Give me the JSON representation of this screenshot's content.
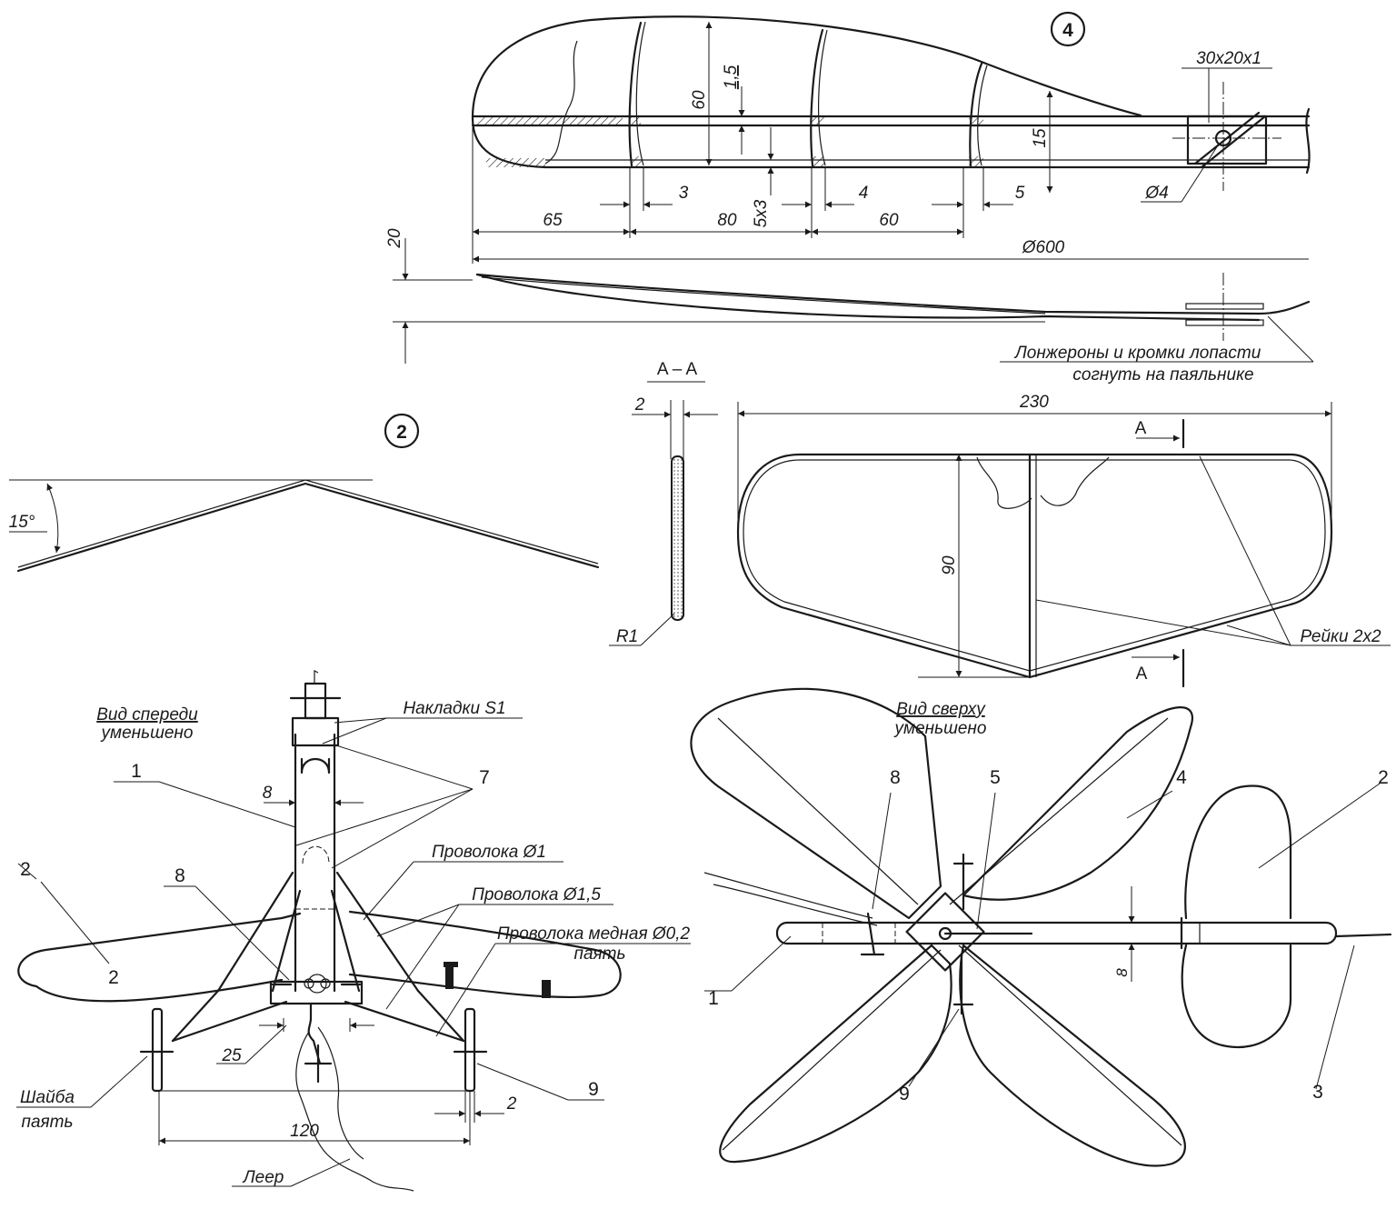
{
  "blade_drawing": {
    "part_number": "4",
    "sheet_label": "30x20x1",
    "hub_hole": "Ø4",
    "chord": "60",
    "spar_gap": "1,5",
    "root_depth": "15",
    "rib_section": "5x3",
    "rib_widths": [
      "3",
      "4",
      "5"
    ],
    "rib_spacing": [
      "65",
      "80",
      "60"
    ],
    "rotor_diameter": "Ø600",
    "twist_height": "20",
    "note_line1": "Лонжероны и кромки лопасти",
    "note_line2": "согнуть на паяльнике"
  },
  "stabilizer": {
    "part_number": "2",
    "dihedral_angle": "15°",
    "section_label": "A – A",
    "section_thickness": "2",
    "edge_radius": "R1",
    "span": "230",
    "chord": "90",
    "cut_mark": "A",
    "spars_label": "Рейки 2х2"
  },
  "front_view": {
    "title_line1": "Вид спереди",
    "title_line2": "уменьшено",
    "callouts": {
      "pads": "Накладки S1",
      "wire_1": "Проволока Ø1",
      "wire_15": "Проволока Ø1,5",
      "copper_wire_line1": "Проволока медная Ø0,2",
      "copper_wire_line2": "паять",
      "washer_line1": "Шайба",
      "washer_line2": "паять",
      "tether": "Леер"
    },
    "part_numbers": [
      "1",
      "2",
      "7",
      "8",
      "9"
    ],
    "dims": {
      "mast_width": "8",
      "track": "120",
      "hub_width": "25",
      "wheel_thickness": "2"
    }
  },
  "top_view": {
    "title_line1": "Вид сверху",
    "title_line2": "уменьшено",
    "part_numbers": [
      "1",
      "2",
      "3",
      "4",
      "5",
      "8",
      "9"
    ],
    "dims": {
      "boom_width": "8"
    }
  }
}
